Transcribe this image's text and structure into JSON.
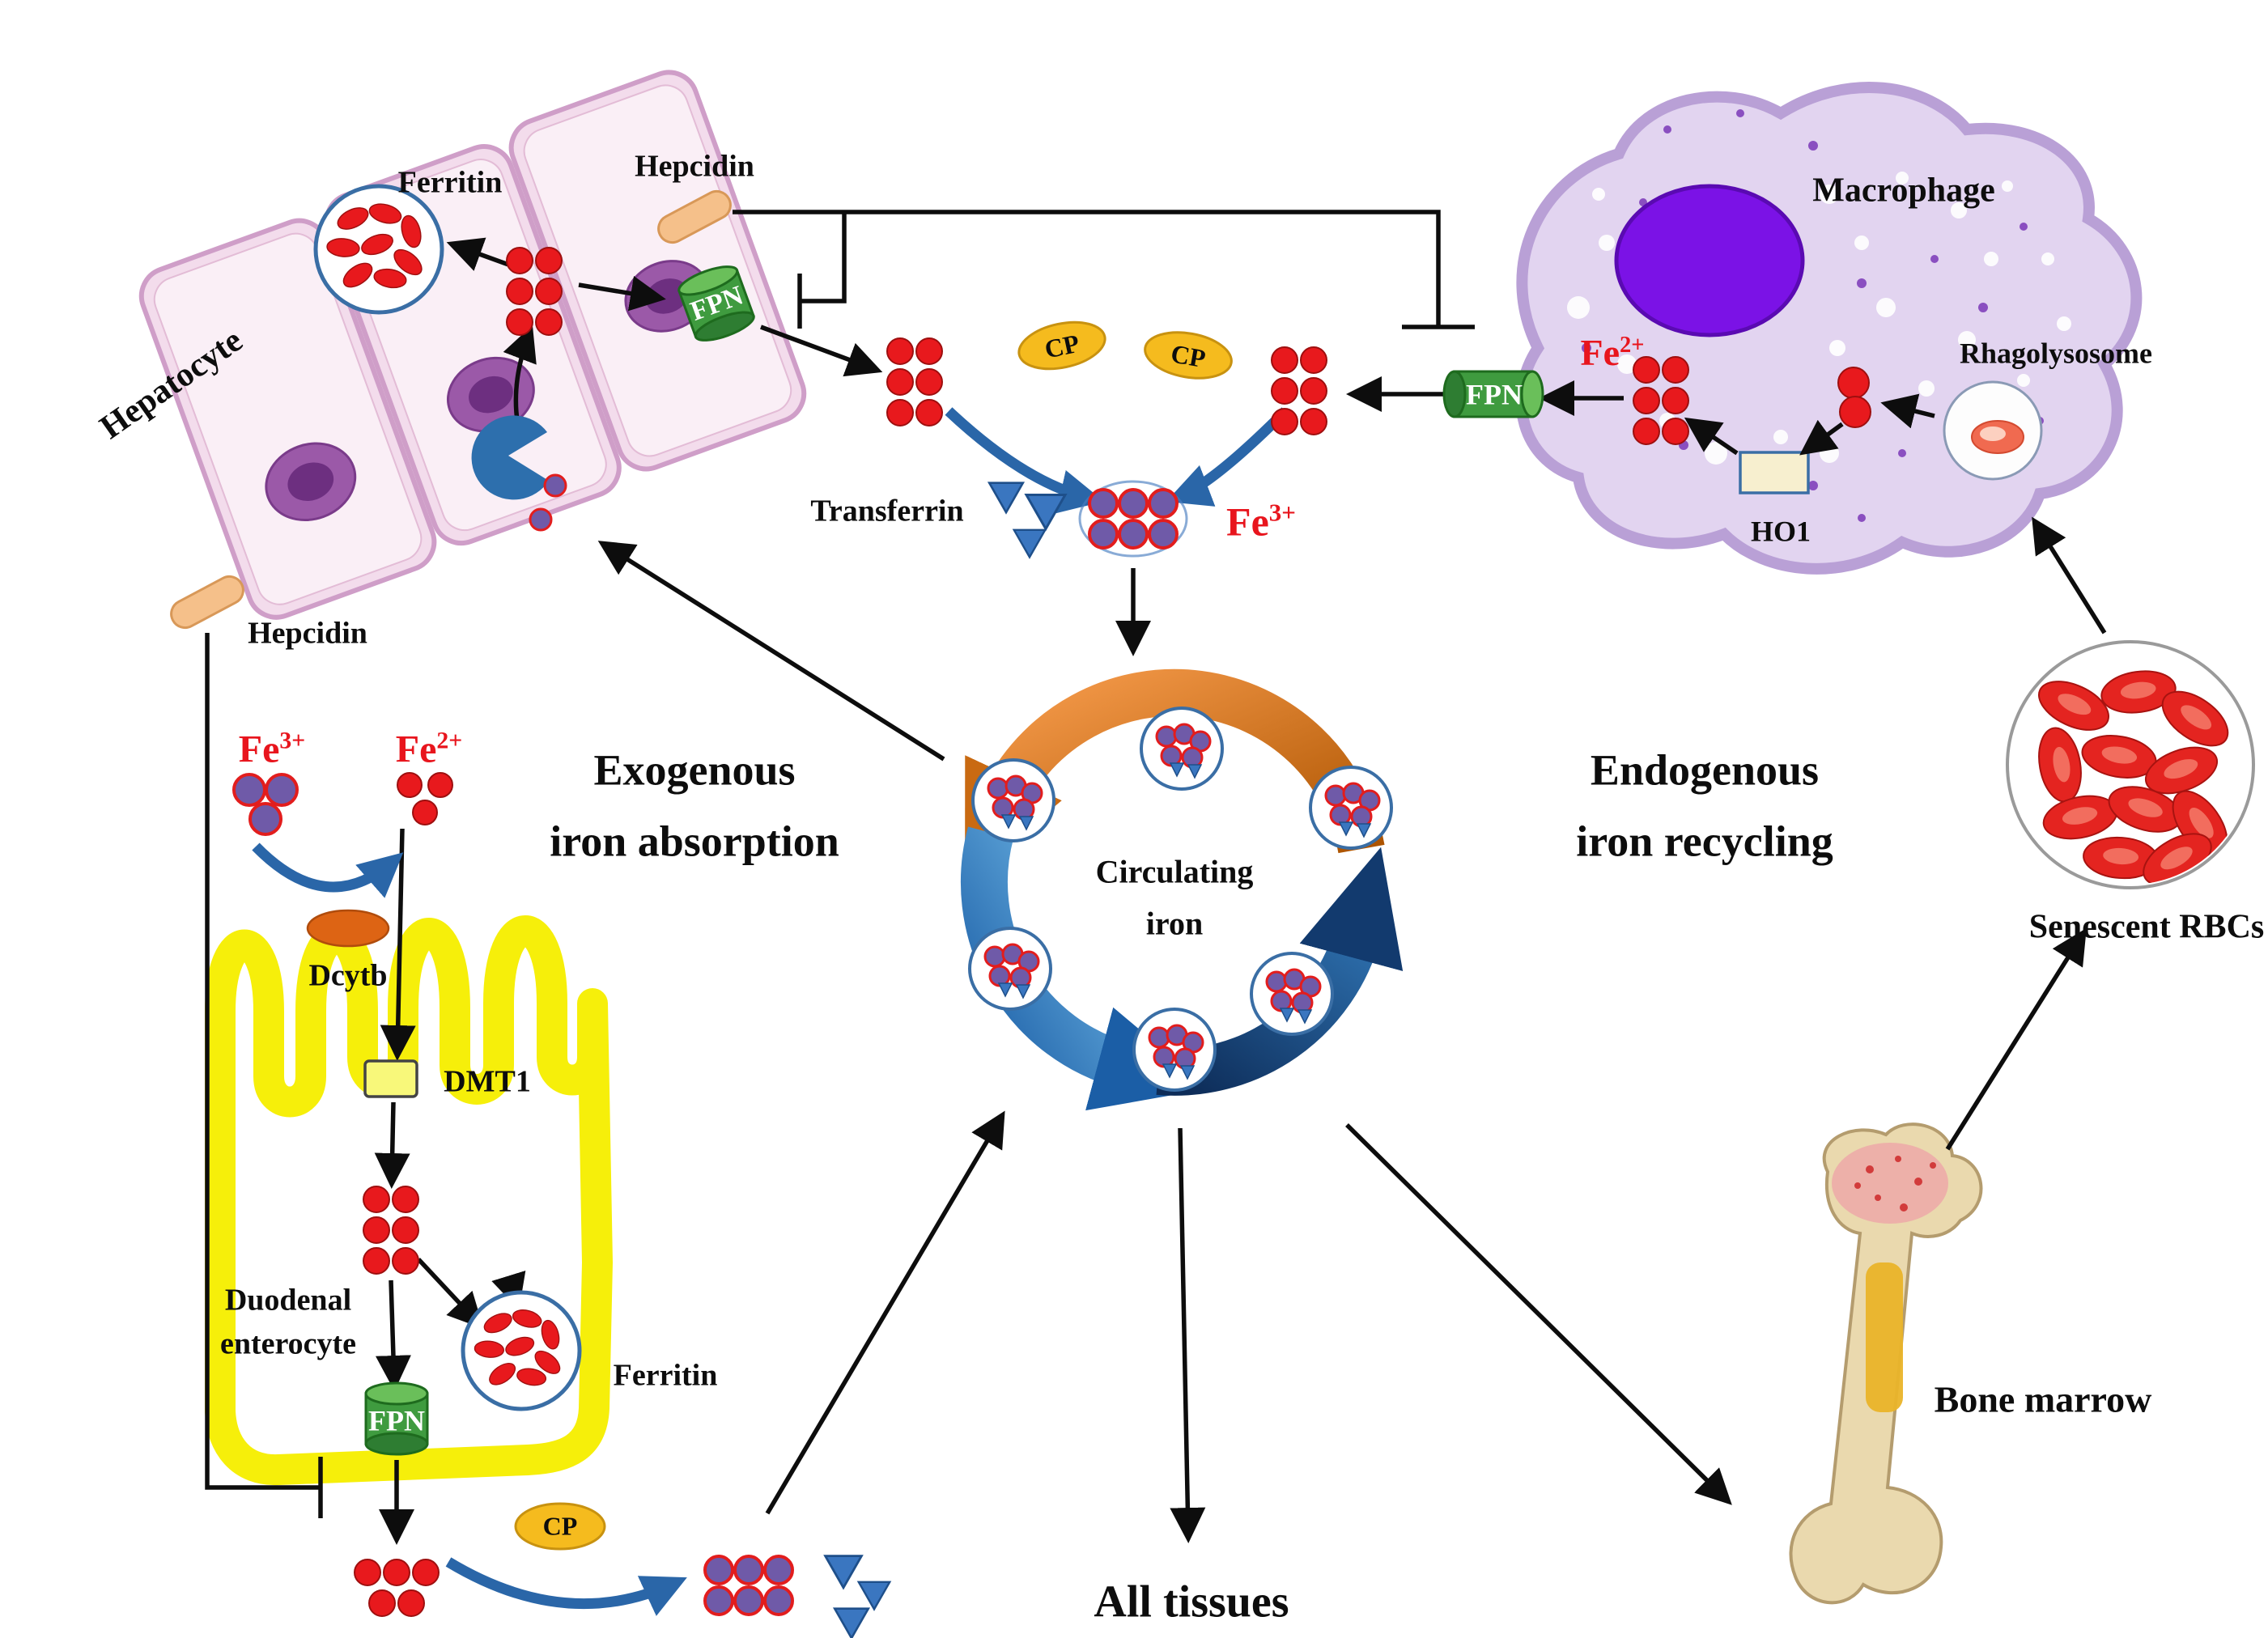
{
  "labels": {
    "hepatocyte": "Hepatocyte",
    "ferritin_top": "Ferritin",
    "hepcidin_top": "Hepcidin",
    "hepcidin_left": "Hepcidin",
    "macrophage": "Macrophage",
    "rhagolysosome": "Rhagolysosome",
    "ho1": "HO1",
    "transferrin": "Transferrin",
    "exogenous_line1": "Exogenous",
    "exogenous_line2": "iron absorption",
    "endogenous_line1": "Endogenous",
    "endogenous_line2": "iron recycling",
    "circulating_line1": "Circulating",
    "circulating_line2": "iron",
    "dcytb": "Dcytb",
    "dmt1": "DMT1",
    "duodenal_line1": "Duodenal",
    "duodenal_line2": "enterocyte",
    "ferritin_bottom": "Ferritin",
    "senescent_rbcs": "Senescent RBCs",
    "bone_marrow": "Bone marrow",
    "all_tissues": "All tissues"
  },
  "molecules": {
    "fpn": "FPN",
    "cp": "CP",
    "fe_base": "Fe",
    "fe3_sup": "3+",
    "fe2_sup": "2+"
  },
  "colors": {
    "iron_red": "#e8191d",
    "fe3_purple": "#6f5aa8",
    "transferrin_blue": "#3a76c0",
    "fpn_green": "#3f9b3f",
    "cp_gold": "#f5bb1e",
    "hepcidin_tan": "#f5c08a",
    "macrophage_lavender": "#e2d4f0",
    "enterocyte_yellow": "#f6ef0a",
    "cycle_orange": "#e07515",
    "cycle_blue": "#1b5ea6"
  }
}
